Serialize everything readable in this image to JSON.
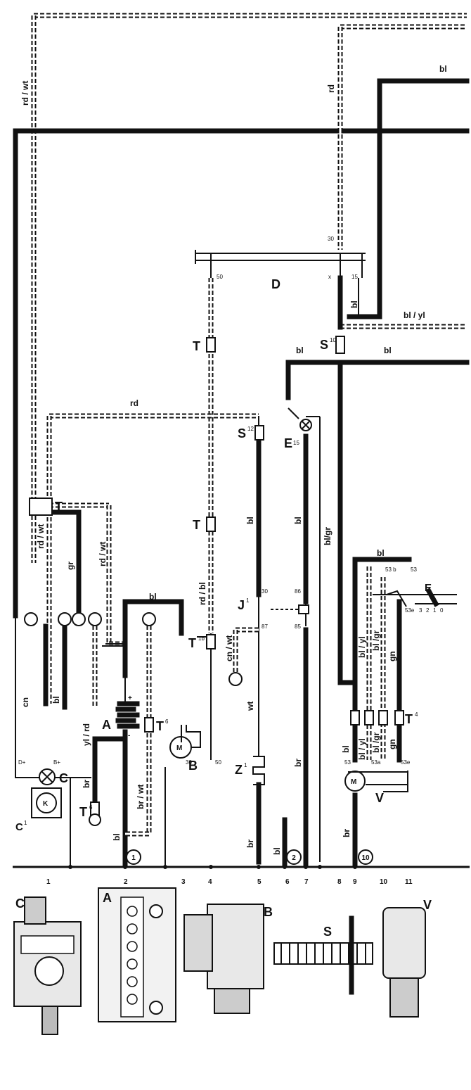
{
  "components": {
    "C": "C",
    "C1": "C",
    "C1_sup": "1",
    "A": "A",
    "B": "B",
    "D": "D",
    "E": "E",
    "E_sub": "E",
    "E_sub_num": "15",
    "J": "J",
    "J_sup": "1",
    "S": "S",
    "S_sup_a": "12",
    "S_sup_b": "10",
    "T": "T",
    "T_sup_1b": "1b",
    "T_sup_4": "4",
    "T_sup_6": "6",
    "V": "V",
    "Z": "Z",
    "Z_sup": "1"
  },
  "wire_labels": {
    "rd_wt": "rd / wt",
    "rd": "rd",
    "bl": "bl",
    "bl_yl": "bl / yl",
    "bl_gr": "bl/gr",
    "bl_yl2": "bl / yl",
    "bl_gr2": "bl /gr",
    "cn": "cn",
    "cn_wt": "cn / wt",
    "gr": "gr",
    "gn": "gn",
    "br": "br",
    "br_wt": "br / wt",
    "yl_rd": "yl / rd",
    "rd_bl": "rd / bl",
    "wt": "wt"
  },
  "pins": {
    "p30": "30",
    "p50": "50",
    "p15": "15",
    "px": "x",
    "p86": "86",
    "p85": "85",
    "p87": "87",
    "p53": "53",
    "p53b": "53 b",
    "p53a": "53a",
    "p53e": "53e",
    "bplus": "B+",
    "dfplus": "D+",
    "pplus": "+",
    "pminus": "-",
    "sw_3": "3",
    "sw_2": "2",
    "sw_1": "1",
    "sw_0": "0"
  },
  "ground_markers": {
    "g1": "1",
    "g2": "2",
    "g10": "10"
  },
  "ground_strip": {
    "numbers": [
      "1",
      "2",
      "3",
      "4",
      "5",
      "6",
      "7",
      "8",
      "9",
      "10",
      "11"
    ]
  },
  "misc": {
    "motor_M": "M",
    "regulator_K": "K"
  }
}
